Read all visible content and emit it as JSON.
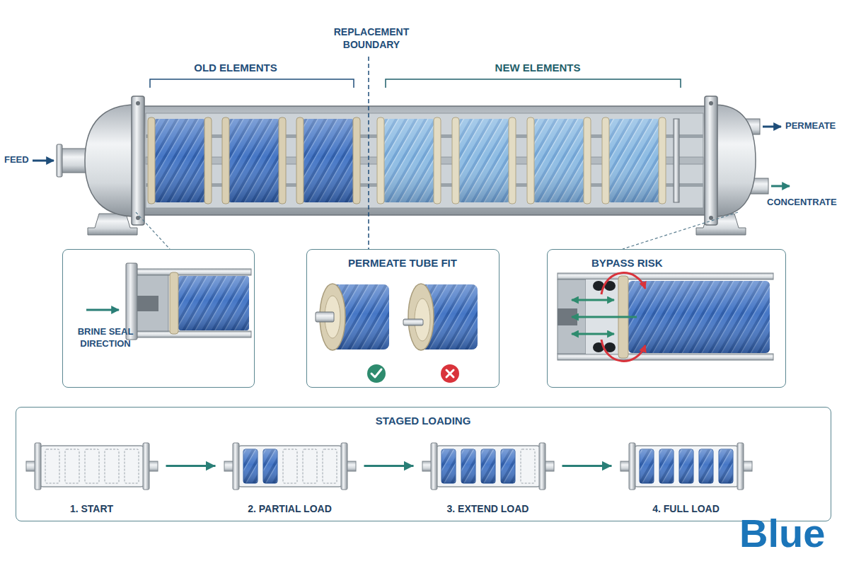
{
  "diagram": {
    "nodes": [
      {
        "text": [
          "BRINE SEAL DIRECTION"
        ]
      },
      {
        "text": [
          "PERMEATE TUBE FIT"
        ]
      },
      {
        "text": [
          "BYPASS RISK"
        ]
      },
      {
        "text": [
          "STAGED LOADING"
        ]
      },
      {
        "text": [
          "1. START"
        ],
        "in": 3
      },
      {
        "text": [
          "2. PARTIAL LOAD"
        ],
        "in": 3
      },
      {
        "text": [
          "3. EXTEND LOAD"
        ],
        "in": 3
      },
      {
        "text": [
          "4. FULL LOAD"
        ],
        "in": 3
      }
    ],
    "edges": [
      {
        "from": 4,
        "to": 5,
        "arrow": "to"
      },
      {
        "from": 5,
        "to": 6,
        "arrow": "to"
      },
      {
        "from": 6,
        "to": 7,
        "arrow": "to"
      }
    ],
    "labels": [
      "REPLACEMENT BOUNDARY",
      "OLD ELEMENTS",
      "NEW ELEMENTS",
      "FEED",
      "PERMEATE",
      "CONCENTRATE",
      "Blue"
    ]
  }
}
